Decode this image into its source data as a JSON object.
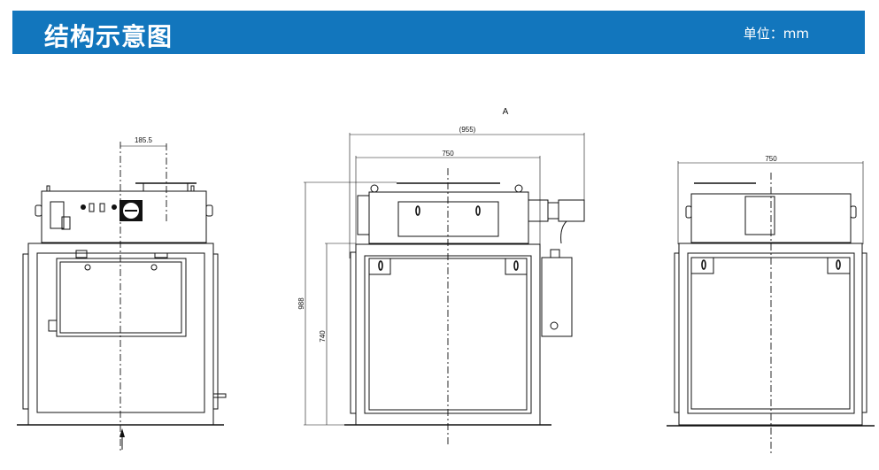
{
  "header": {
    "title": "结构示意图",
    "unit": "单位：mm",
    "color": "#1276bd"
  },
  "drawing": {
    "view_marker": "A",
    "front_view": {
      "dim_offset": "185.5"
    },
    "side_view": {
      "dim_overall_width": "(955)",
      "dim_width": "750",
      "dim_total_height": "988",
      "dim_cabinet_height": "740"
    },
    "rear_view": {
      "dim_width": "750"
    }
  }
}
